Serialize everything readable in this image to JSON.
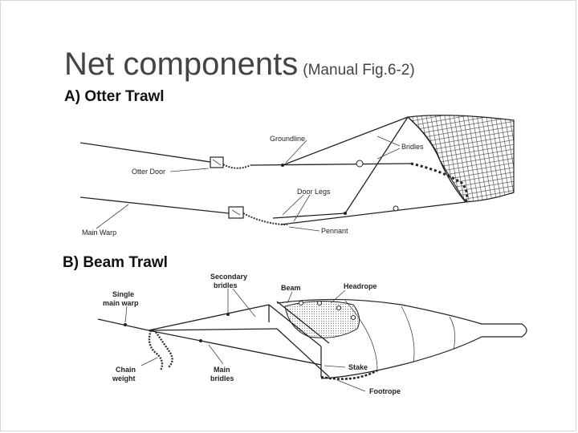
{
  "slide": {
    "title_main": "Net components",
    "title_sub": "(Manual Fig.6-2)"
  },
  "otter_trawl": {
    "heading": "A) Otter Trawl",
    "labels": {
      "groundline": "Groundline",
      "bridles": "Bridles",
      "otter_door": "Otter Door",
      "door_legs": "Door Legs",
      "main_warp": "Main Warp",
      "pennant": "Pennant"
    }
  },
  "beam_trawl": {
    "heading": "B) Beam Trawl",
    "labels": {
      "single_main_warp_1": "Single",
      "single_main_warp_2": "main warp",
      "secondary_bridles_1": "Secondary",
      "secondary_bridles_2": "bridles",
      "beam": "Beam",
      "headrope": "Headrope",
      "chain_weight_1": "Chain",
      "chain_weight_2": "weight",
      "main_bridles_1": "Main",
      "main_bridles_2": "bridles",
      "stake": "Stake",
      "footrope": "Footrope"
    }
  }
}
